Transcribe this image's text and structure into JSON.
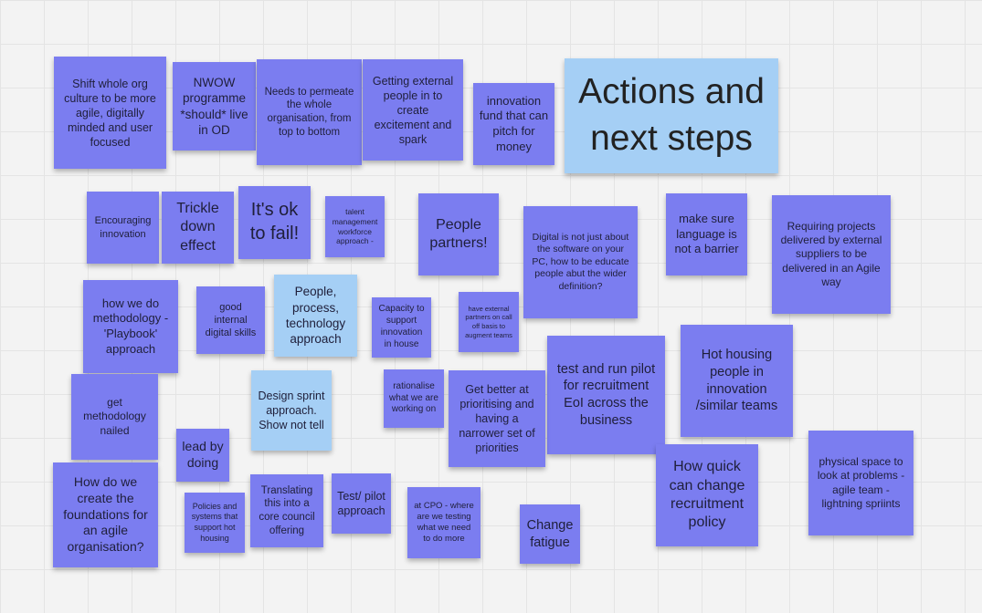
{
  "colors": {
    "note_purple": "#7b7df0",
    "note_blue": "#a5cff5",
    "board": "#f3f3f3"
  },
  "notes": [
    {
      "id": "shift-culture",
      "color": "purple",
      "text": "Shift whole org culture to be more agile, digitally minded and user focused"
    },
    {
      "id": "nwow",
      "color": "purple",
      "text": "NWOW programme *should* live in OD"
    },
    {
      "id": "permeate",
      "color": "purple",
      "text": "Needs to permeate the whole organisation, from top to bottom"
    },
    {
      "id": "external-people",
      "color": "purple",
      "text": "Getting external people in to create excitement and spark"
    },
    {
      "id": "innovation-fund",
      "color": "purple",
      "text": "innovation fund that can pitch for money"
    },
    {
      "id": "title",
      "color": "blue",
      "text": "Actions and next steps"
    },
    {
      "id": "encouraging",
      "color": "purple",
      "text": "Encouraging innovation"
    },
    {
      "id": "trickle",
      "color": "purple",
      "text": "Trickle down effect"
    },
    {
      "id": "ok-to-fail",
      "color": "purple",
      "text": "It's ok to fail!"
    },
    {
      "id": "talent",
      "color": "purple",
      "text": "talent management workforce approach -"
    },
    {
      "id": "people-partners",
      "color": "purple",
      "text": "People partners!"
    },
    {
      "id": "digital-not-software",
      "color": "purple",
      "text": "Digital is not just about the software on your PC, how to be educate people abut the wider definition?"
    },
    {
      "id": "language",
      "color": "purple",
      "text": "make sure language is not a barrier"
    },
    {
      "id": "requiring-projects",
      "color": "purple",
      "text": "Requiring projects delivered by external suppliers to be delivered in an Agile way"
    },
    {
      "id": "methodology-playbook",
      "color": "purple",
      "text": "how we do methodology - 'Playbook' approach"
    },
    {
      "id": "digital-skills",
      "color": "purple",
      "text": "good internal digital skills"
    },
    {
      "id": "ppt",
      "color": "blue",
      "text": "People, process, technology approach"
    },
    {
      "id": "capacity",
      "color": "purple",
      "text": "Capacity to support innovation in house"
    },
    {
      "id": "external-partners",
      "color": "purple",
      "text": "have external partners on call off basis to augment teams"
    },
    {
      "id": "test-run-pilot",
      "color": "purple",
      "text": "test and run pilot for recruitment EoI across the business"
    },
    {
      "id": "hot-housing",
      "color": "purple",
      "text": "Hot housing people in innovation /similar teams"
    },
    {
      "id": "get-methodology",
      "color": "purple",
      "text": "get methodology nailed"
    },
    {
      "id": "design-sprint",
      "color": "blue",
      "text": "Design sprint approach. Show not tell"
    },
    {
      "id": "rationalise",
      "color": "purple",
      "text": "rationalise what we are working on"
    },
    {
      "id": "prioritising",
      "color": "purple",
      "text": "Get better at prioritising and having a narrower set of priorities"
    },
    {
      "id": "lead-by-doing",
      "color": "purple",
      "text": "lead by doing"
    },
    {
      "id": "physical-space",
      "color": "purple",
      "text": "physical space to look at problems  - agile team  - lightning spriints"
    },
    {
      "id": "recruitment-policy",
      "color": "purple",
      "text": "How quick can change recruitment policy"
    },
    {
      "id": "foundations",
      "color": "purple",
      "text": "How do we create the foundations for an agile organisation?"
    },
    {
      "id": "policies",
      "color": "purple",
      "text": "Policies and systems that support hot housing"
    },
    {
      "id": "translating",
      "color": "purple",
      "text": "Translating this into a core council offering"
    },
    {
      "id": "test-pilot",
      "color": "purple",
      "text": "Test/ pilot approach"
    },
    {
      "id": "at-cpo",
      "color": "purple",
      "text": "at CPO - where are we testing what we need to do more"
    },
    {
      "id": "change-fatigue",
      "color": "purple",
      "text": "Change fatigue"
    }
  ]
}
